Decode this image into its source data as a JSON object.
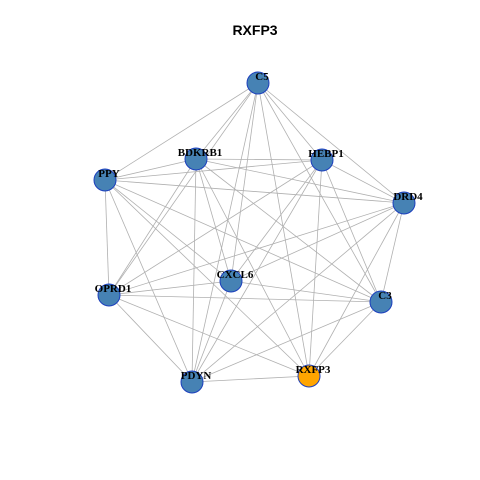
{
  "title": "RXFP3",
  "colors": {
    "node_default": "#4682b4",
    "node_highlight": "#ffa500",
    "node_border": "#1c3fbd",
    "edge": "#b0b0b0"
  },
  "nodes": [
    {
      "id": "C5",
      "label": "C5",
      "highlight": false
    },
    {
      "id": "BDKRB1",
      "label": "BDKRB1",
      "highlight": false
    },
    {
      "id": "HEBP1",
      "label": "HEBP1",
      "highlight": false
    },
    {
      "id": "PPY",
      "label": "PPY",
      "highlight": false
    },
    {
      "id": "DRD4",
      "label": "DRD4",
      "highlight": false
    },
    {
      "id": "CXCL6",
      "label": "CXCL6",
      "highlight": false
    },
    {
      "id": "OPRD1",
      "label": "OPRD1",
      "highlight": false
    },
    {
      "id": "C3",
      "label": "C3",
      "highlight": false
    },
    {
      "id": "PDYN",
      "label": "PDYN",
      "highlight": false
    },
    {
      "id": "RXFP3",
      "label": "RXFP3",
      "highlight": true
    }
  ],
  "edges": [
    [
      "C5",
      "BDKRB1"
    ],
    [
      "C5",
      "HEBP1"
    ],
    [
      "C5",
      "PPY"
    ],
    [
      "C5",
      "DRD4"
    ],
    [
      "C5",
      "CXCL6"
    ],
    [
      "C5",
      "OPRD1"
    ],
    [
      "C5",
      "C3"
    ],
    [
      "C5",
      "PDYN"
    ],
    [
      "C5",
      "RXFP3"
    ],
    [
      "BDKRB1",
      "HEBP1"
    ],
    [
      "BDKRB1",
      "PPY"
    ],
    [
      "BDKRB1",
      "DRD4"
    ],
    [
      "BDKRB1",
      "CXCL6"
    ],
    [
      "BDKRB1",
      "OPRD1"
    ],
    [
      "BDKRB1",
      "C3"
    ],
    [
      "BDKRB1",
      "PDYN"
    ],
    [
      "BDKRB1",
      "RXFP3"
    ],
    [
      "HEBP1",
      "PPY"
    ],
    [
      "HEBP1",
      "DRD4"
    ],
    [
      "HEBP1",
      "CXCL6"
    ],
    [
      "HEBP1",
      "OPRD1"
    ],
    [
      "HEBP1",
      "C3"
    ],
    [
      "HEBP1",
      "PDYN"
    ],
    [
      "HEBP1",
      "RXFP3"
    ],
    [
      "PPY",
      "DRD4"
    ],
    [
      "PPY",
      "CXCL6"
    ],
    [
      "PPY",
      "OPRD1"
    ],
    [
      "PPY",
      "C3"
    ],
    [
      "PPY",
      "PDYN"
    ],
    [
      "PPY",
      "RXFP3"
    ],
    [
      "DRD4",
      "CXCL6"
    ],
    [
      "DRD4",
      "OPRD1"
    ],
    [
      "DRD4",
      "C3"
    ],
    [
      "DRD4",
      "PDYN"
    ],
    [
      "DRD4",
      "RXFP3"
    ],
    [
      "CXCL6",
      "OPRD1"
    ],
    [
      "CXCL6",
      "C3"
    ],
    [
      "CXCL6",
      "PDYN"
    ],
    [
      "OPRD1",
      "C3"
    ],
    [
      "OPRD1",
      "PDYN"
    ],
    [
      "OPRD1",
      "RXFP3"
    ],
    [
      "C3",
      "PDYN"
    ],
    [
      "C3",
      "RXFP3"
    ],
    [
      "PDYN",
      "RXFP3"
    ]
  ]
}
